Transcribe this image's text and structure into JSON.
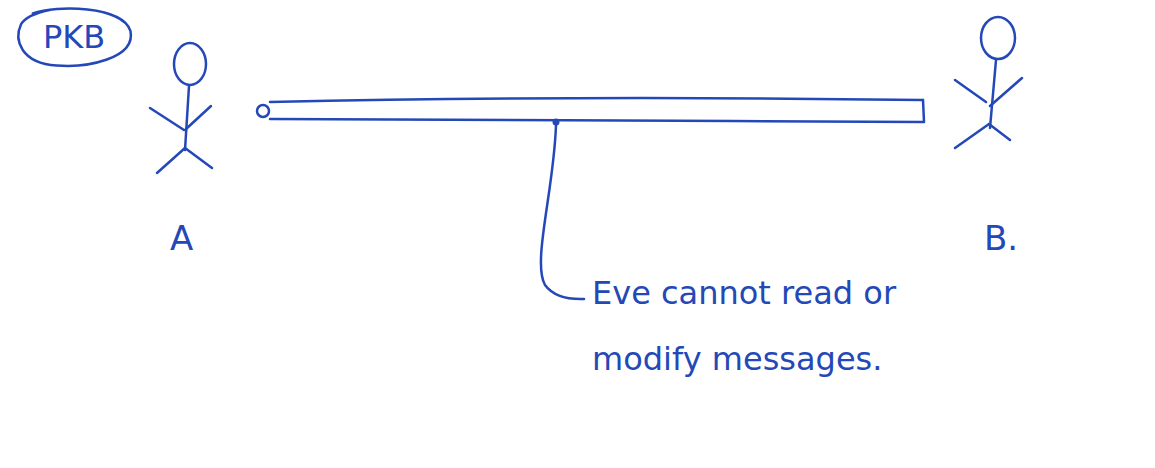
{
  "diagram": {
    "nodes": [
      {
        "text": [
          "PKB"
        ]
      }
    ],
    "labels": [
      "A",
      "B.",
      "Eve cannot read or modify messages."
    ]
  }
}
